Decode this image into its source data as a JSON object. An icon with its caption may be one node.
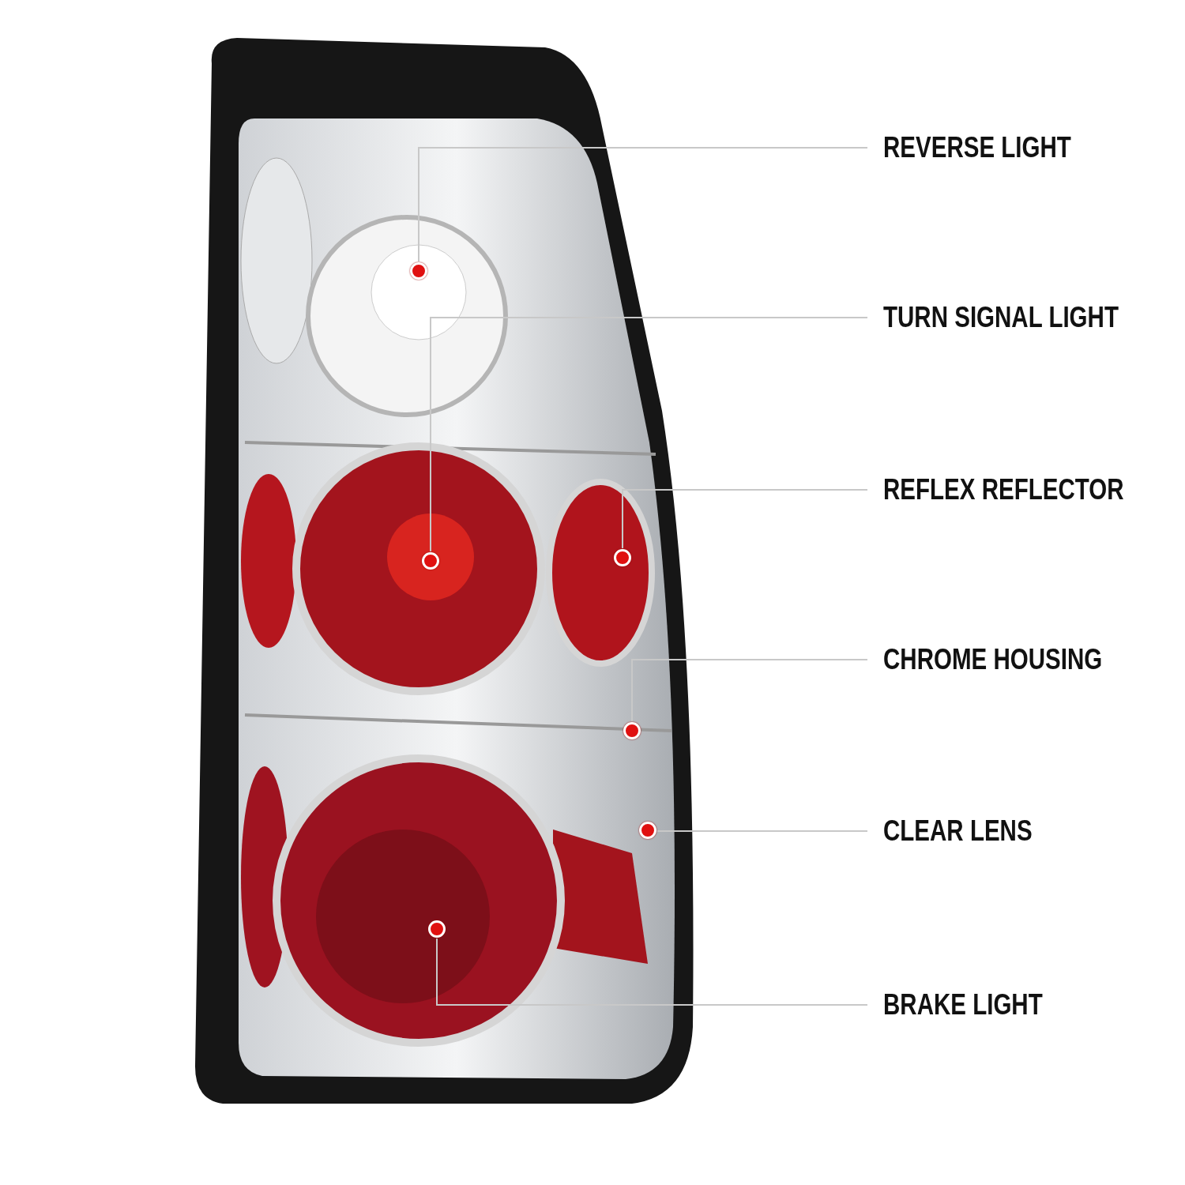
{
  "diagram": {
    "nodes": [
      {
        "text": [],
        "shape": "picture"
      },
      {
        "text": [
          "REVERSE LIGHT"
        ]
      },
      {
        "text": [],
        "shape": "circle",
        "in": 0
      },
      {
        "text": [
          "TURN SIGNAL LIGHT"
        ]
      },
      {
        "text": [],
        "shape": "circle",
        "in": 0
      },
      {
        "text": [
          "REFLEX REFLECTOR"
        ]
      },
      {
        "text": [],
        "shape": "circle",
        "in": 0
      },
      {
        "text": [
          "CHROME HOUSING"
        ]
      },
      {
        "text": [],
        "shape": "circle",
        "in": 0
      },
      {
        "text": [
          "CLEAR LENS"
        ]
      },
      {
        "text": [],
        "shape": "circle",
        "in": 0
      },
      {
        "text": [
          "BRAKE LIGHT"
        ]
      },
      {
        "text": [],
        "shape": "circle",
        "in": 0
      }
    ],
    "edges": [
      {
        "from": 1,
        "to": 2,
        "arrow": "none"
      },
      {
        "from": 3,
        "to": 4,
        "arrow": "none"
      },
      {
        "from": 5,
        "to": 6,
        "arrow": "none"
      },
      {
        "from": 7,
        "to": 8,
        "arrow": "none"
      },
      {
        "from": 9,
        "to": 10,
        "arrow": "none"
      },
      {
        "from": 11,
        "to": 12,
        "arrow": "none"
      }
    ]
  }
}
